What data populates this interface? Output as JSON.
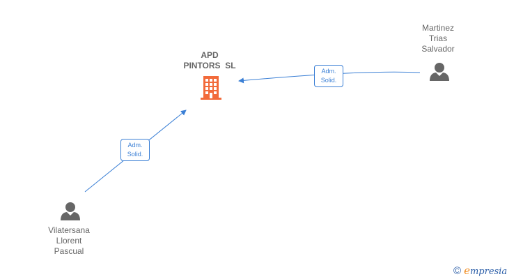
{
  "company": {
    "name_line1": "APD",
    "name_line2": "PINTORS  SL",
    "icon": "building-icon",
    "icon_color": "#f26a3a"
  },
  "persons": [
    {
      "name_lines": [
        "Martinez",
        "Trias",
        "Salvador"
      ],
      "icon": "person-icon"
    },
    {
      "name_lines": [
        "Vilatersana",
        "Llorent",
        "Pascual"
      ],
      "icon": "person-icon"
    }
  ],
  "relations": [
    {
      "role_line1": "Adm.",
      "role_line2": "Solid.",
      "from": "Martinez Trias Salvador",
      "to": "APD PINTORS SL"
    },
    {
      "role_line1": "Adm.",
      "role_line2": "Solid.",
      "from": "Vilatersana Llorent Pascual",
      "to": "APD PINTORS SL"
    }
  ],
  "colors": {
    "edge": "#3a7fd5",
    "person_icon": "#666666",
    "label_text": "#666666",
    "brand_blue": "#2b5ea8",
    "brand_orange": "#f08a1c"
  },
  "footer": {
    "copyright_symbol": "©",
    "brand_first_letter": "e",
    "brand_rest": "mpresia"
  }
}
